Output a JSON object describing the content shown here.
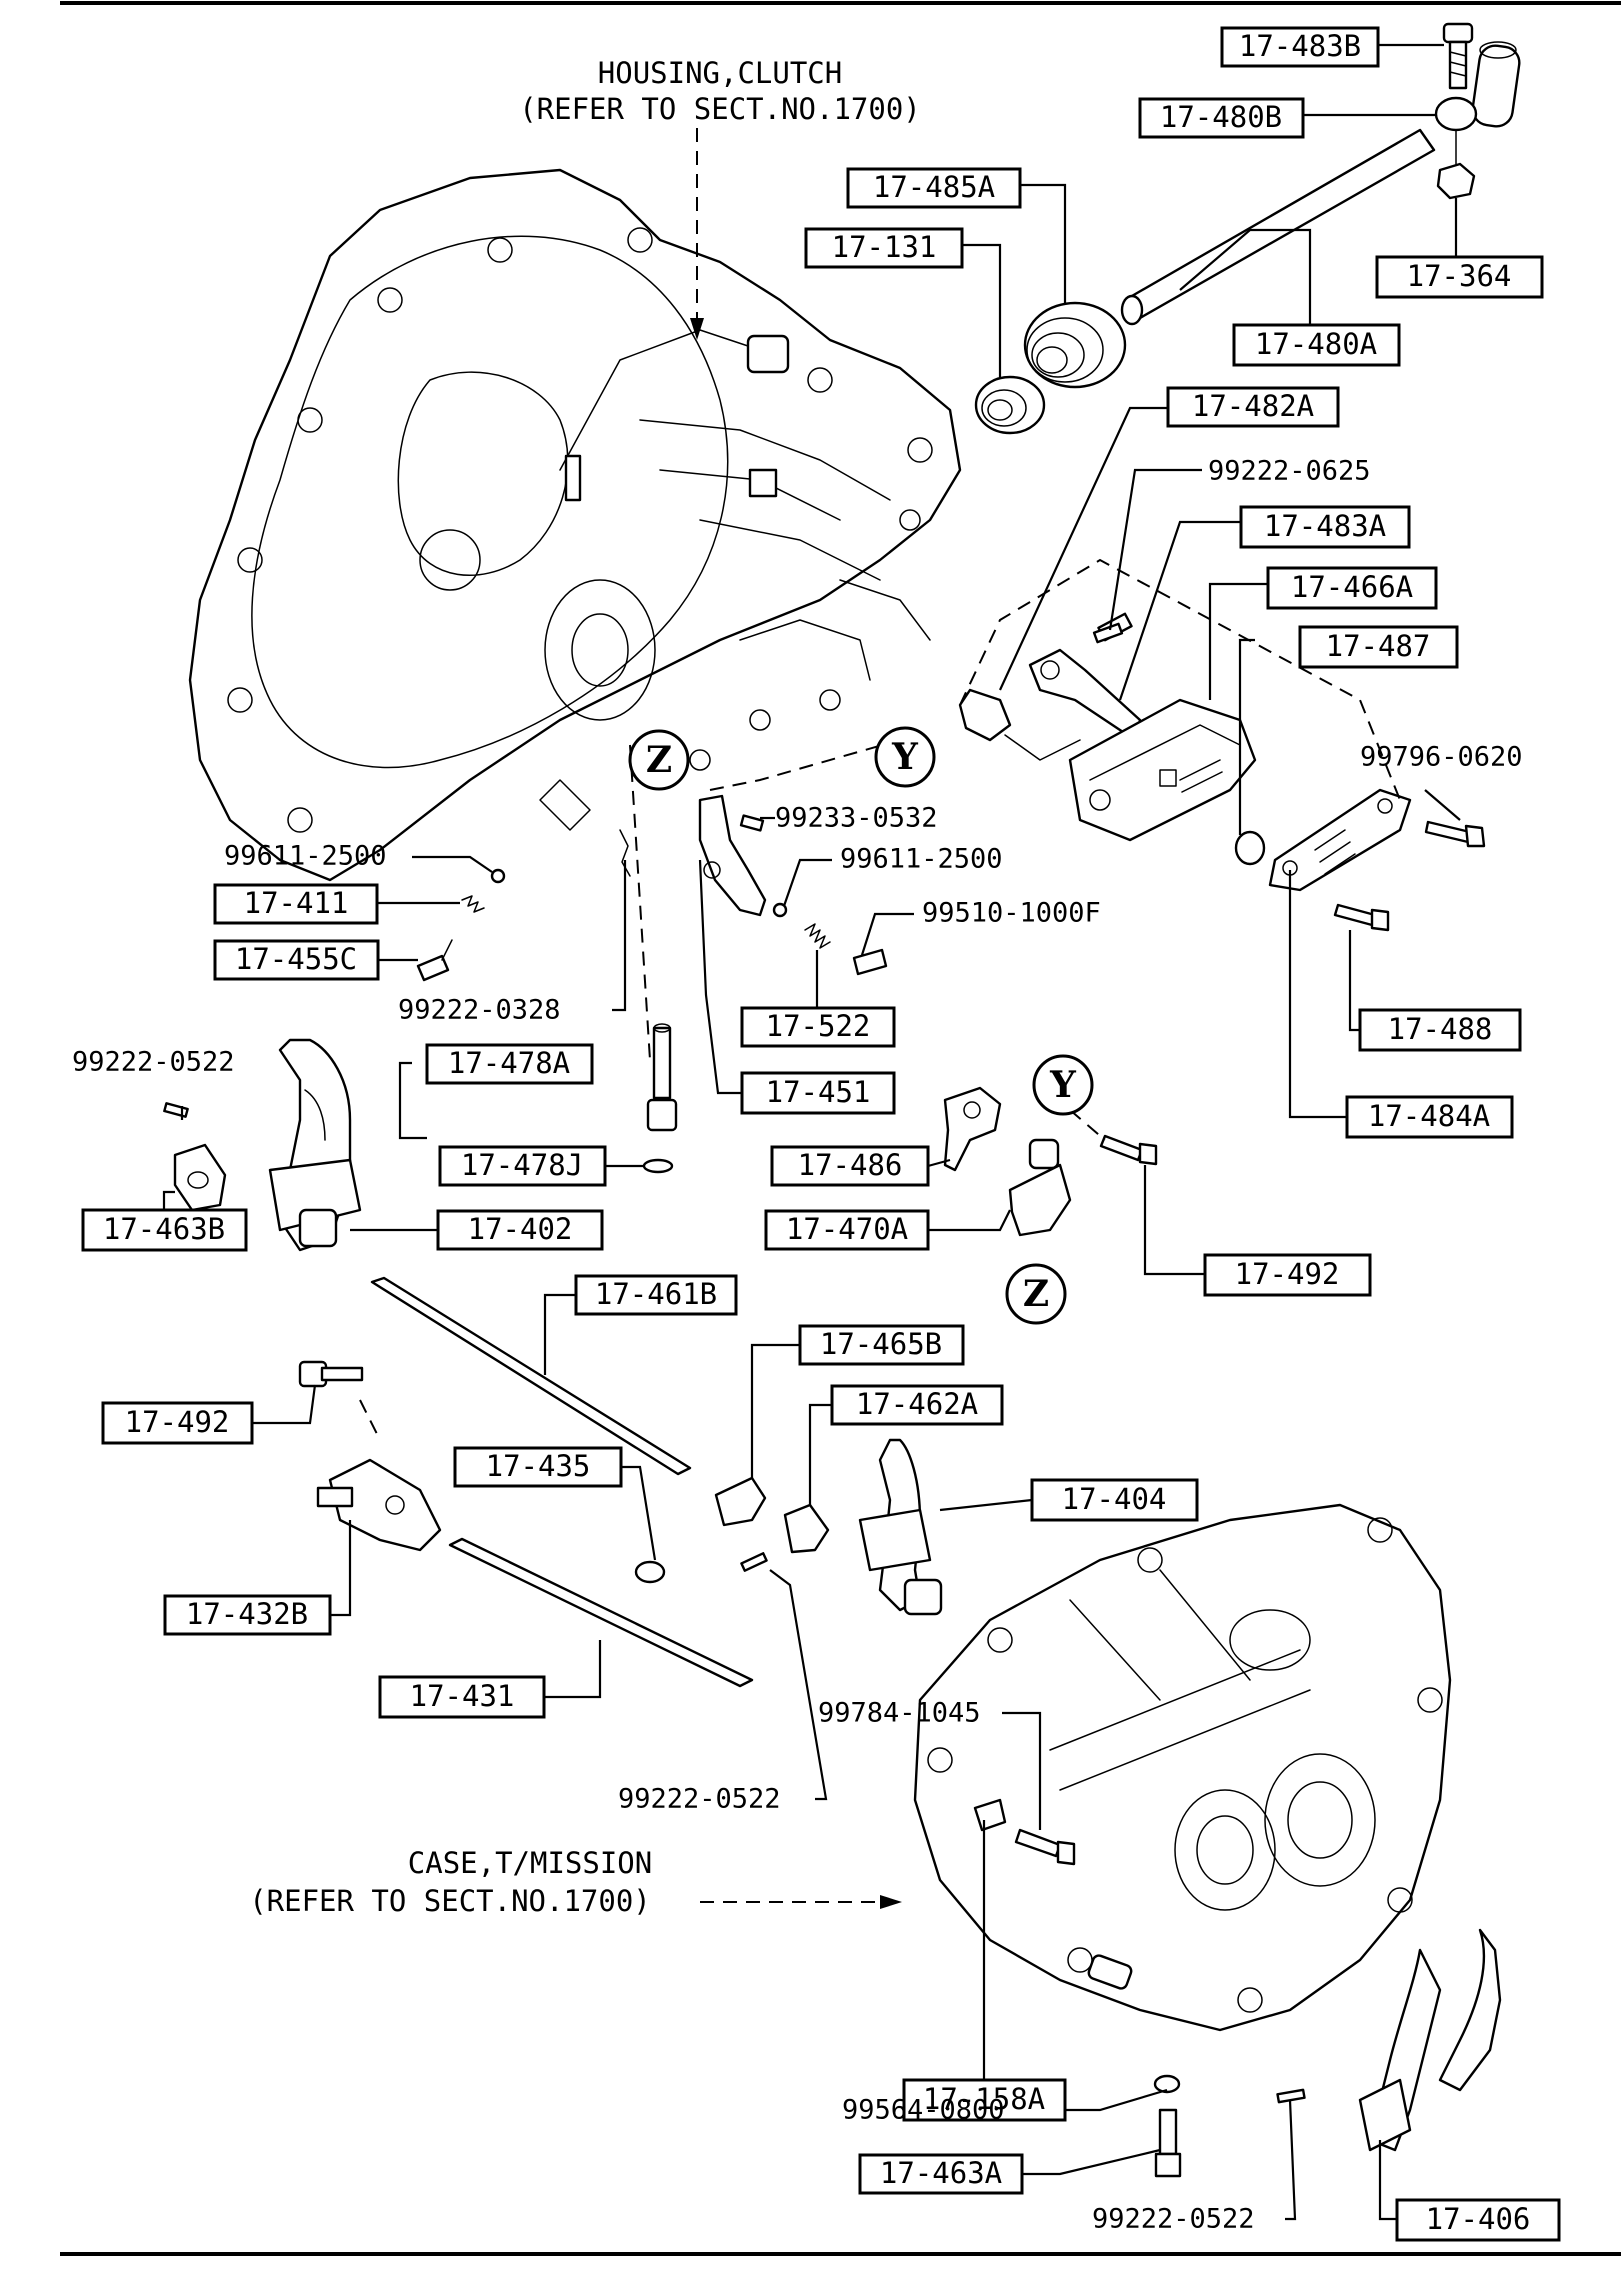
{
  "notes": {
    "housing_line1": "HOUSING,CLUTCH",
    "housing_line2": "(REFER TO SECT.NO.1700)",
    "case_line1": "CASE,T/MISSION",
    "case_line2": "(REFER TO SECT.NO.1700)"
  },
  "markers": {
    "z": "Z",
    "y": "Y"
  },
  "parts": {
    "p17_483B": "17-483B",
    "p17_480B": "17-480B",
    "p17_485A": "17-485A",
    "p17_131": "17-131",
    "p17_364": "17-364",
    "p17_480A": "17-480A",
    "p17_482A": "17-482A",
    "p99222_0625": "99222-0625",
    "p17_483A": "17-483A",
    "p17_466A": "17-466A",
    "p17_487": "17-487",
    "p99796_0620": "99796-0620",
    "p99611_2500a": "99611-2500",
    "p17_411": "17-411",
    "p17_455C": "17-455C",
    "p99233_0532": "99233-0532",
    "p99611_2500b": "99611-2500",
    "p99510_1000F": "99510-1000F",
    "p99222_0328": "99222-0328",
    "p17_522": "17-522",
    "p17_488": "17-488",
    "p99222_0522a": "99222-0522",
    "p17_478A": "17-478A",
    "p17_451": "17-451",
    "p17_484A": "17-484A",
    "p17_478J": "17-478J",
    "p17_486": "17-486",
    "p17_463B": "17-463B",
    "p17_402": "17-402",
    "p17_470A": "17-470A",
    "p17_492a": "17-492",
    "p17_461B": "17-461B",
    "p17_465B": "17-465B",
    "p17_492b": "17-492",
    "p17_462A": "17-462A",
    "p17_435": "17-435",
    "p17_404": "17-404",
    "p17_432B": "17-432B",
    "p17_431": "17-431",
    "p99784_1045": "99784-1045",
    "p99222_0522b": "99222-0522",
    "p17_158A": "17-158A",
    "p99564_0800": "99564-0800",
    "p17_463A": "17-463A",
    "p99222_0522c": "99222-0522",
    "p17_406": "17-406"
  }
}
